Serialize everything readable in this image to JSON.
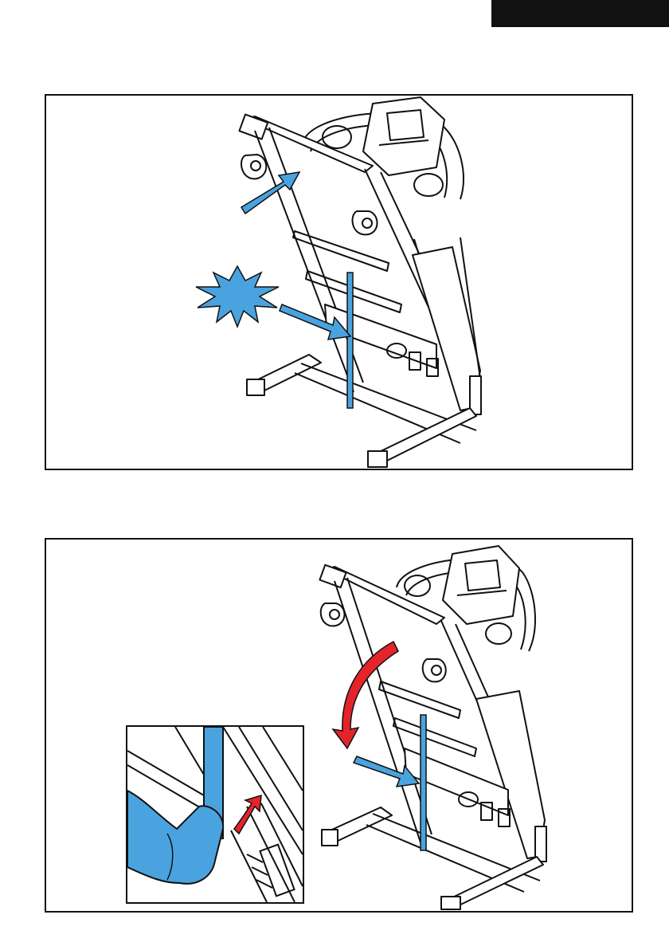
{
  "header": {
    "tab_text": ""
  },
  "colors": {
    "line": "#111111",
    "highlight_blue": "#4aa3df",
    "highlight_red": "#e3242b",
    "background": "#ffffff"
  },
  "figure_1": {
    "elements": [
      "treadmill-folded-upright",
      "blue-arrow-handle",
      "blue-arrow-hydraulic-cylinder",
      "burst-icon"
    ]
  },
  "figure_2": {
    "elements": [
      "treadmill-folded-upright",
      "red-arrow-lowering",
      "blue-arrow-hydraulic-cylinder",
      "inset-foot-press",
      "red-arrow-release"
    ]
  }
}
